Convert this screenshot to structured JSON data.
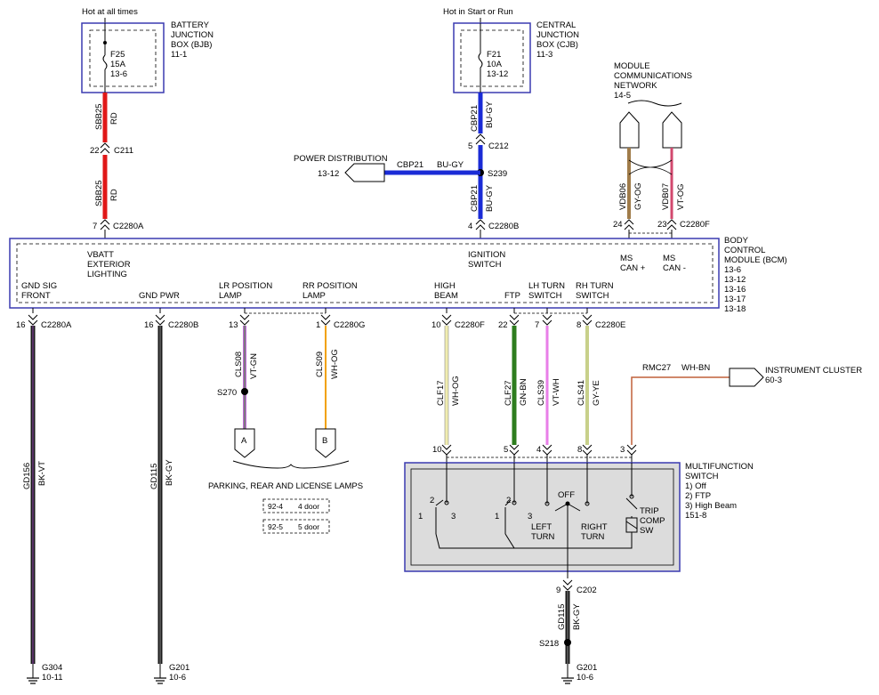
{
  "colors": {
    "red": "#e01818",
    "blue": "#1a2bd6",
    "black": "#1a1a1a",
    "green": "#2e7d1e",
    "violet": "#e87ee8",
    "orange": "#f2a100",
    "yellow_light": "#f0ecb0",
    "gray_green": "#c8d08a",
    "tan": "#a07c4a",
    "pink_line": "#d2486e",
    "box_blue": "#3a3ab0"
  },
  "bjb": {
    "hot_label": "Hot at all times",
    "title1": "BATTERY",
    "title2": "JUNCTION",
    "title3": "BOX (BJB)",
    "ref": "11-1",
    "fuse": "F25",
    "amps": "15A",
    "fuse_ref": "13-6"
  },
  "cjb": {
    "hot_label": "Hot in Start or Run",
    "title1": "CENTRAL",
    "title2": "JUNCTION",
    "title3": "BOX (CJB)",
    "ref": "11-3",
    "fuse": "F21",
    "amps": "10A",
    "fuse_ref": "13-12"
  },
  "mcn": {
    "l1": "MODULE",
    "l2": "COMMUNICATIONS",
    "l3": "NETWORK",
    "ref": "14-5"
  },
  "wires": {
    "sbb25_a": "SBB25",
    "rd_a": "RD",
    "sbb25_b": "SBB25",
    "rd_b": "RD",
    "cbp21_a": "CBP21",
    "bugy_a": "BU-GY",
    "cbp21_b": "CBP21",
    "bugy_b": "BU-GY",
    "cbp21_h": "CBP21",
    "bugy_h": "BU-GY",
    "vdb06": "VDB06",
    "gyog": "GY-OG",
    "vdb07": "VDB07",
    "vtog": "VT-OG",
    "gd156": "GD156",
    "bkvt": "BK-VT",
    "gd115a": "GD115",
    "bkgy_a": "BK-GY",
    "cls08": "CLS08",
    "vtgn": "VT-GN",
    "cls09": "CLS09",
    "whog_a": "WH-OG",
    "clf17": "CLF17",
    "whog_b": "WH-OG",
    "clf27": "CLF27",
    "gnbn": "GN-BN",
    "cls39": "CLS39",
    "vtwh": "VT-WH",
    "cls41": "CLS41",
    "gyye": "GY-YE",
    "rmc27": "RMC27",
    "whbn": "WH-BN",
    "gd115b": "GD115",
    "bkgy_b": "BK-GY"
  },
  "connectors": {
    "c211_pin": "22",
    "c211": "C211",
    "c2280a_pin": "7",
    "c2280a": "C2280A",
    "c212_pin": "5",
    "c212": "C212",
    "s239": "S239",
    "c2280b_pin": "4",
    "c2280b": "C2280B",
    "c2280f_pin24": "24",
    "c2280f_pin23": "23",
    "c2280f": "C2280F",
    "b_c2280a_pin": "16",
    "b_c2280a": "C2280A",
    "b_c2280b_pin": "16",
    "b_c2280b": "C2280B",
    "b_lr_pin": "13",
    "b_rr_pin": "1",
    "b_c2280g": "C2280G",
    "b_hb_pin": "10",
    "b_c2280f": "C2280F",
    "b_ftp_pin": "22",
    "b_lh_pin": "7",
    "b_rh_pin": "8",
    "b_c2280e": "C2280E",
    "s270": "S270",
    "mf_pin10": "10",
    "mf_pin5": "5",
    "mf_pin4": "4",
    "mf_pin8": "8",
    "mf_pin3": "3",
    "c202_pin": "9",
    "c202": "C202",
    "s218": "S218",
    "g304": "G304",
    "g304_ref": "10-11",
    "g201a": "G201",
    "g201a_ref": "10-6",
    "g201b": "G201",
    "g201b_ref": "10-6"
  },
  "power_dist": {
    "label": "POWER DISTRIBUTION",
    "ref": "13-12"
  },
  "bcm": {
    "vbatt1": "VBATT",
    "vbatt2": "EXTERIOR",
    "vbatt3": "LIGHTING",
    "ign1": "IGNITION",
    "ign2": "SWITCH",
    "mscp1": "MS",
    "mscp2": "CAN +",
    "mscm1": "MS",
    "mscm2": "CAN -",
    "title1": "BODY",
    "title2": "CONTROL",
    "title3": "MODULE (BCM)",
    "refs": [
      "13-6",
      "13-12",
      "13-16",
      "13-17",
      "13-18"
    ],
    "gndsig1": "GND SIG",
    "gndsig2": "FRONT",
    "gndpwr": "GND PWR",
    "lr1": "LR POSITION",
    "lr2": "LAMP",
    "rr1": "RR POSITION",
    "rr2": "LAMP",
    "hb1": "HIGH",
    "hb2": "BEAM",
    "ftp": "FTP",
    "lh1": "LH TURN",
    "lh2": "SWITCH",
    "rh1": "RH TURN",
    "rh2": "SWITCH"
  },
  "lamps": {
    "a": "A",
    "b": "B",
    "label": "PARKING, REAR AND LICENSE LAMPS",
    "row1_ref": "92-4",
    "row1_door": "4 door",
    "row2_ref": "92-5",
    "row2_door": "5 door"
  },
  "cluster": {
    "label": "INSTRUMENT CLUSTER",
    "ref": "60-3"
  },
  "mfs": {
    "t1": "MULTIFUNCTION",
    "t2": "SWITCH",
    "o1": "1) Off",
    "o2": "2) FTP",
    "o3": "3) High Beam",
    "ref": "151-8",
    "hb_1": "1",
    "hb_2": "2",
    "hb_3": "3",
    "ftp_1": "1",
    "ftp_2": "2",
    "ftp_3": "3",
    "off": "OFF",
    "left1": "LEFT",
    "left2": "TURN",
    "right1": "RIGHT",
    "right2": "TURN",
    "trip1": "TRIP",
    "trip2": "COMP",
    "trip3": "SW"
  }
}
